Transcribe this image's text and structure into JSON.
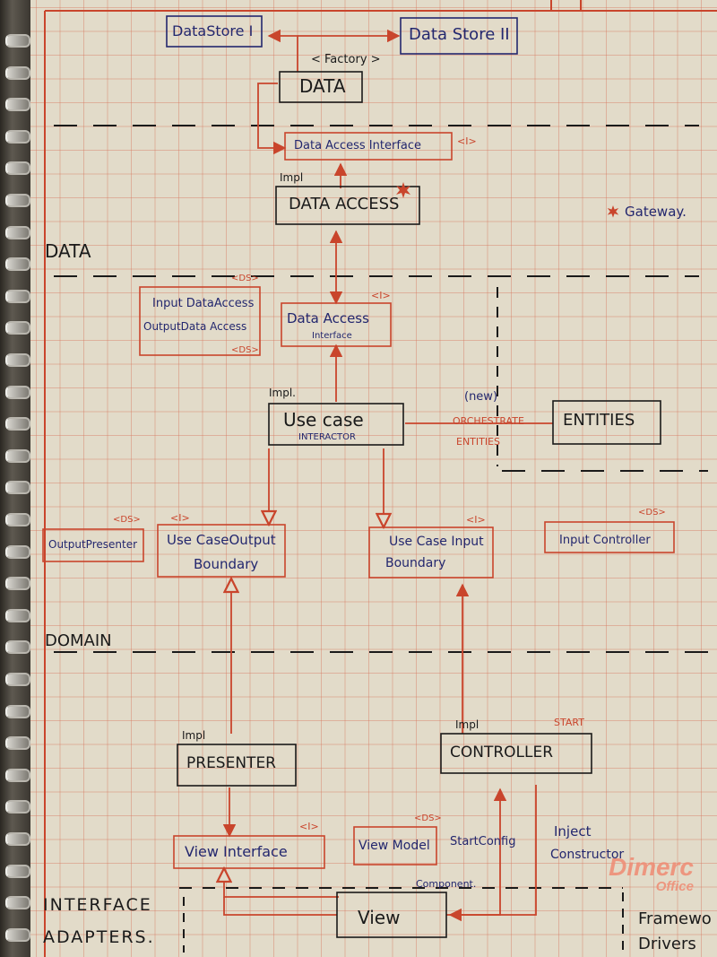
{
  "layers": {
    "data": "DATA",
    "domain": "DOMAIN",
    "interface_adapters_1": "INTERFACE",
    "interface_adapters_2": "ADAPTERS.",
    "frameworks_1": "Framewo",
    "frameworks_2": "Drivers"
  },
  "legend": {
    "gateway": "Gateway."
  },
  "labels": {
    "factory": "< Factory >",
    "impl": "Impl",
    "impl_dot": "Impl.",
    "i": "<I>",
    "ds": "<DS>",
    "new": "(new)",
    "orchestrate_1": "ORCHESTRATE",
    "orchestrate_2": "ENTITIES",
    "interactor": "INTERACTOR",
    "interface_small": "Interface",
    "start": "START",
    "component": "Component.",
    "start_config": "StartConfig",
    "inject_1": "Inject",
    "inject_2": "Constructor"
  },
  "boxes": {
    "datastore1": "DataStore I",
    "datastore2": "Data Store II",
    "data": "DATA",
    "data_access_interface_top": "Data Access Interface",
    "data_access": "DATA ACCESS",
    "input_data_access": "Input DataAccess",
    "output_data_access": "OutputData Access",
    "data_access_interface_mid": "Data Access",
    "use_case": "Use case",
    "entities": "ENTITIES",
    "output_presenter": "OutputPresenter",
    "use_case_output_1": "Use CaseOutput",
    "use_case_output_2": "Boundary",
    "use_case_input_1": "Use Case Input",
    "use_case_input_2": "Boundary",
    "input_controller": "Input Controller",
    "presenter": "PRESENTER",
    "controller": "CONTROLLER",
    "view_interface": "View Interface",
    "view_model": "View Model",
    "view": "View"
  },
  "watermark": {
    "brand": "Dimerc",
    "sub": "Office"
  },
  "colors": {
    "ink": "#23276e",
    "red_ink": "#c9452c",
    "black_ink": "#1a1a1a"
  }
}
